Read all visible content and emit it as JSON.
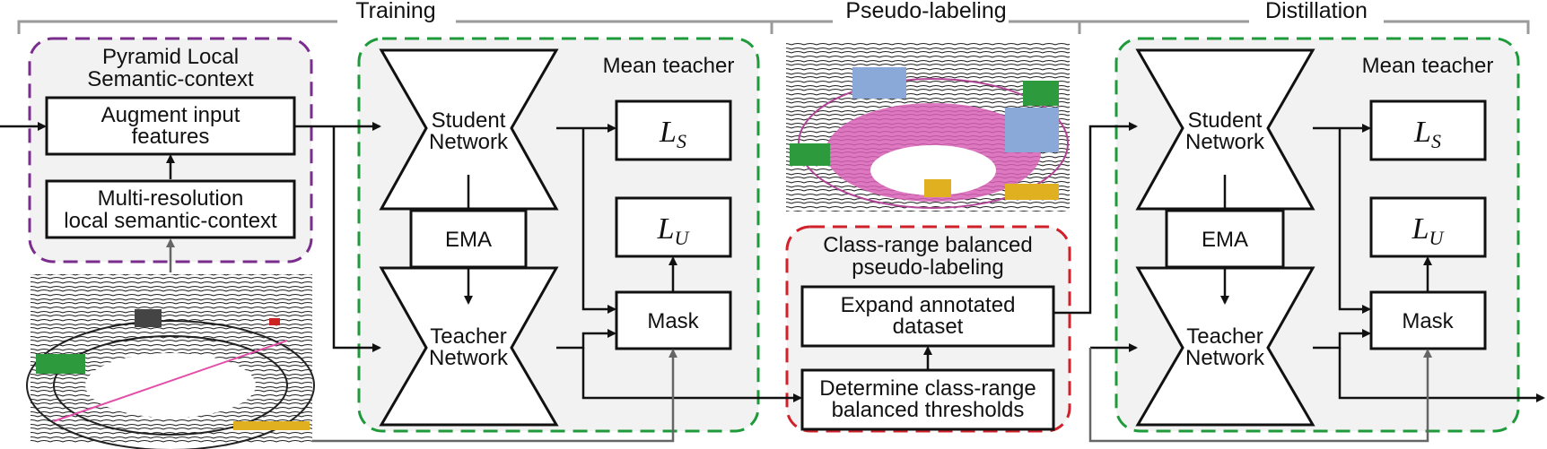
{
  "stages": {
    "training": "Training",
    "pseudo": "Pseudo-labeling",
    "distill": "Distillation"
  },
  "colors": {
    "purple": "#7b2d8e",
    "green": "#1f9a3a",
    "red": "#d0202a",
    "panel": "#f2f2f2",
    "ink": "#111111",
    "gray_arrow": "#666666"
  },
  "plsc": {
    "title": [
      "Pyramid Local",
      "Semantic-context"
    ],
    "augment": [
      "Augment input",
      "features"
    ],
    "multires": [
      "Multi-resolution",
      "local semantic-context"
    ]
  },
  "mean_teacher_train": {
    "title": "Mean teacher",
    "student": [
      "Student",
      "Network"
    ],
    "ema": "EMA",
    "teacher": [
      "Teacher",
      "Network"
    ],
    "loss_s": {
      "main": "L",
      "sub": "S"
    },
    "loss_u": {
      "main": "L",
      "sub": "U"
    },
    "mask": "Mask"
  },
  "crb": {
    "title": [
      "Class-range balanced",
      "pseudo-labeling"
    ],
    "expand": [
      "Expand annotated",
      "dataset"
    ],
    "determine": [
      "Determine class-range",
      "balanced thresholds"
    ]
  },
  "mean_teacher_distill": {
    "title": "Mean teacher",
    "student": [
      "Student",
      "Network"
    ],
    "ema": "EMA",
    "teacher": [
      "Teacher",
      "Network"
    ],
    "loss_s": {
      "main": "L",
      "sub": "S"
    },
    "loss_u": {
      "main": "L",
      "sub": "U"
    },
    "mask": "Mask"
  },
  "icons": [
    "lidar-scan-input-image",
    "lidar-scan-pseudo-labeled-image"
  ]
}
